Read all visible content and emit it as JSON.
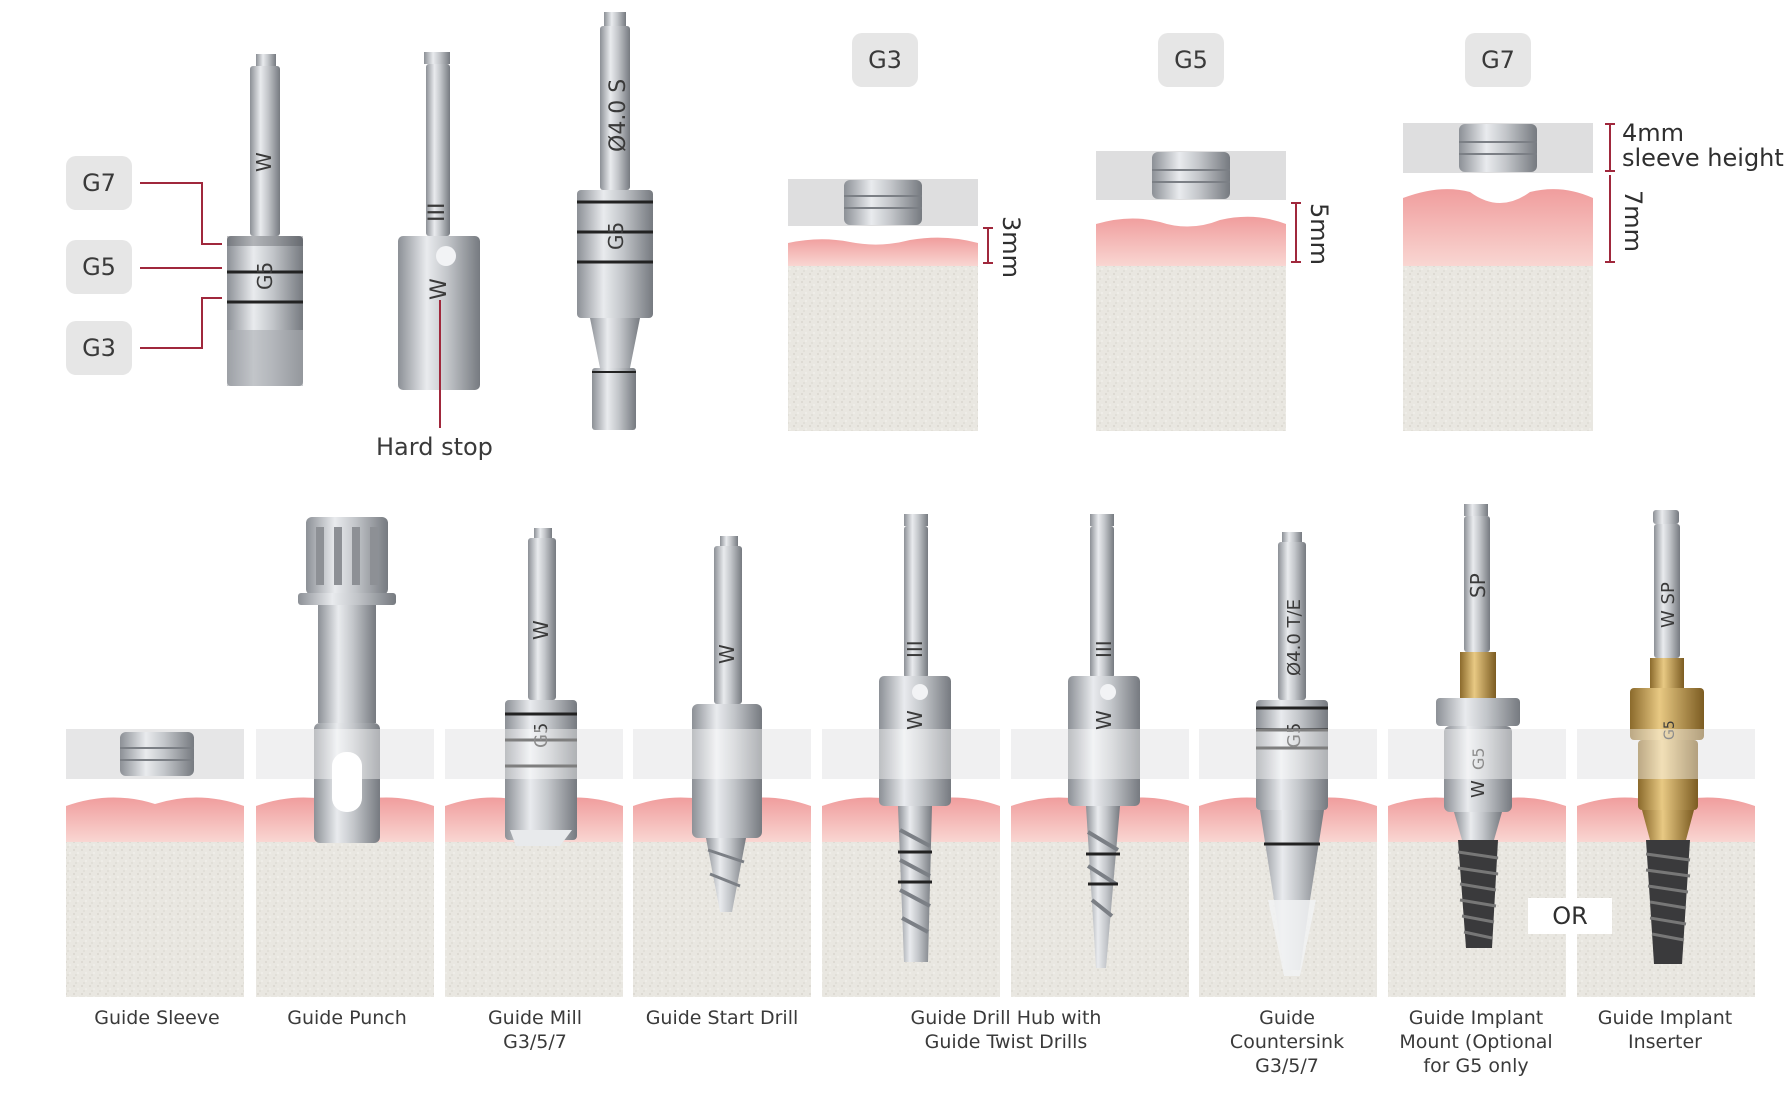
{
  "top_labels": {
    "g7": "G7",
    "g5": "G5",
    "g3": "G3",
    "hard_stop": "Hard stop"
  },
  "sleeve_heights": {
    "g3_title": "G3",
    "g5_title": "G5",
    "g7_title": "G7",
    "g3_dim": "3mm",
    "g5_dim": "5mm",
    "g7_dim": "7mm",
    "sleeve_dim_1": "4mm",
    "sleeve_dim_2": "sleeve height"
  },
  "tool_markings": {
    "mill_w": "W",
    "mill_g5": "G5",
    "hub_iii": "III",
    "hub_w": "W",
    "countersink_size": "Ø4.0 S",
    "countersink_g5": "G5",
    "b_mill_w": "W",
    "b_mill_g5": "G5",
    "b_start_w": "W",
    "b_hub_iii": "III",
    "b_hub_w": "W",
    "b_cs_size": "Ø4.0 T/E",
    "b_cs_g5": "G5",
    "b_mount_sp": "SP",
    "b_mount_g5": "G5",
    "b_mount_w": "W",
    "b_ins_sp": "W  SP",
    "b_ins_g5": "G5"
  },
  "or_label": "OR",
  "captions": [
    "Guide Sleeve",
    "Guide Punch",
    "Guide Mill\nG3/5/7",
    "Guide Start Drill",
    "Guide Drill Hub with\nGuide Twist Drills",
    "Guide\nCountersink\nG3/5/7",
    "Guide Implant\nMount (Optional\nfor G5 only",
    "Guide Implant\nInserter"
  ],
  "colors": {
    "accent_line": "#a0283c",
    "pill_bg": "#e6e6e6",
    "gum": "#f4b7b7",
    "bone": "#e9e7e1",
    "sleeve_bg": "#dededf",
    "metal": "#b9bcc0",
    "gold": "#c9a35a"
  }
}
